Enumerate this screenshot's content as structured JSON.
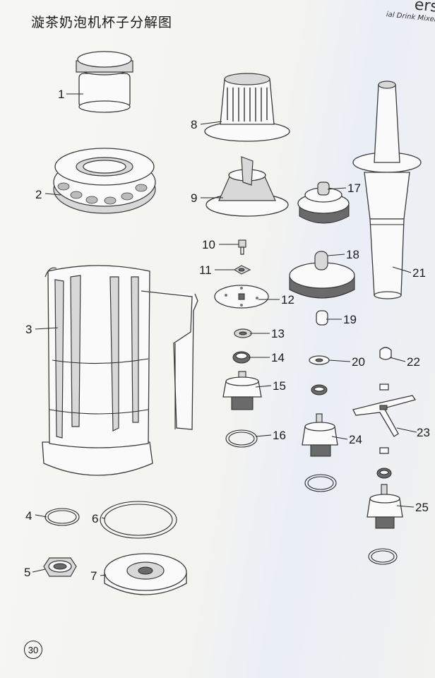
{
  "title": "漩茶奶泡机杯子分解图",
  "corner_text": {
    "line1": "ers",
    "line2": "ial Drink Mixer"
  },
  "page_number": "30",
  "callouts": [
    "1",
    "2",
    "3",
    "4",
    "5",
    "6",
    "7",
    "8",
    "9",
    "10",
    "11",
    "12",
    "13",
    "14",
    "15",
    "16",
    "17",
    "18",
    "19",
    "20",
    "21",
    "22",
    "23",
    "24",
    "25"
  ]
}
